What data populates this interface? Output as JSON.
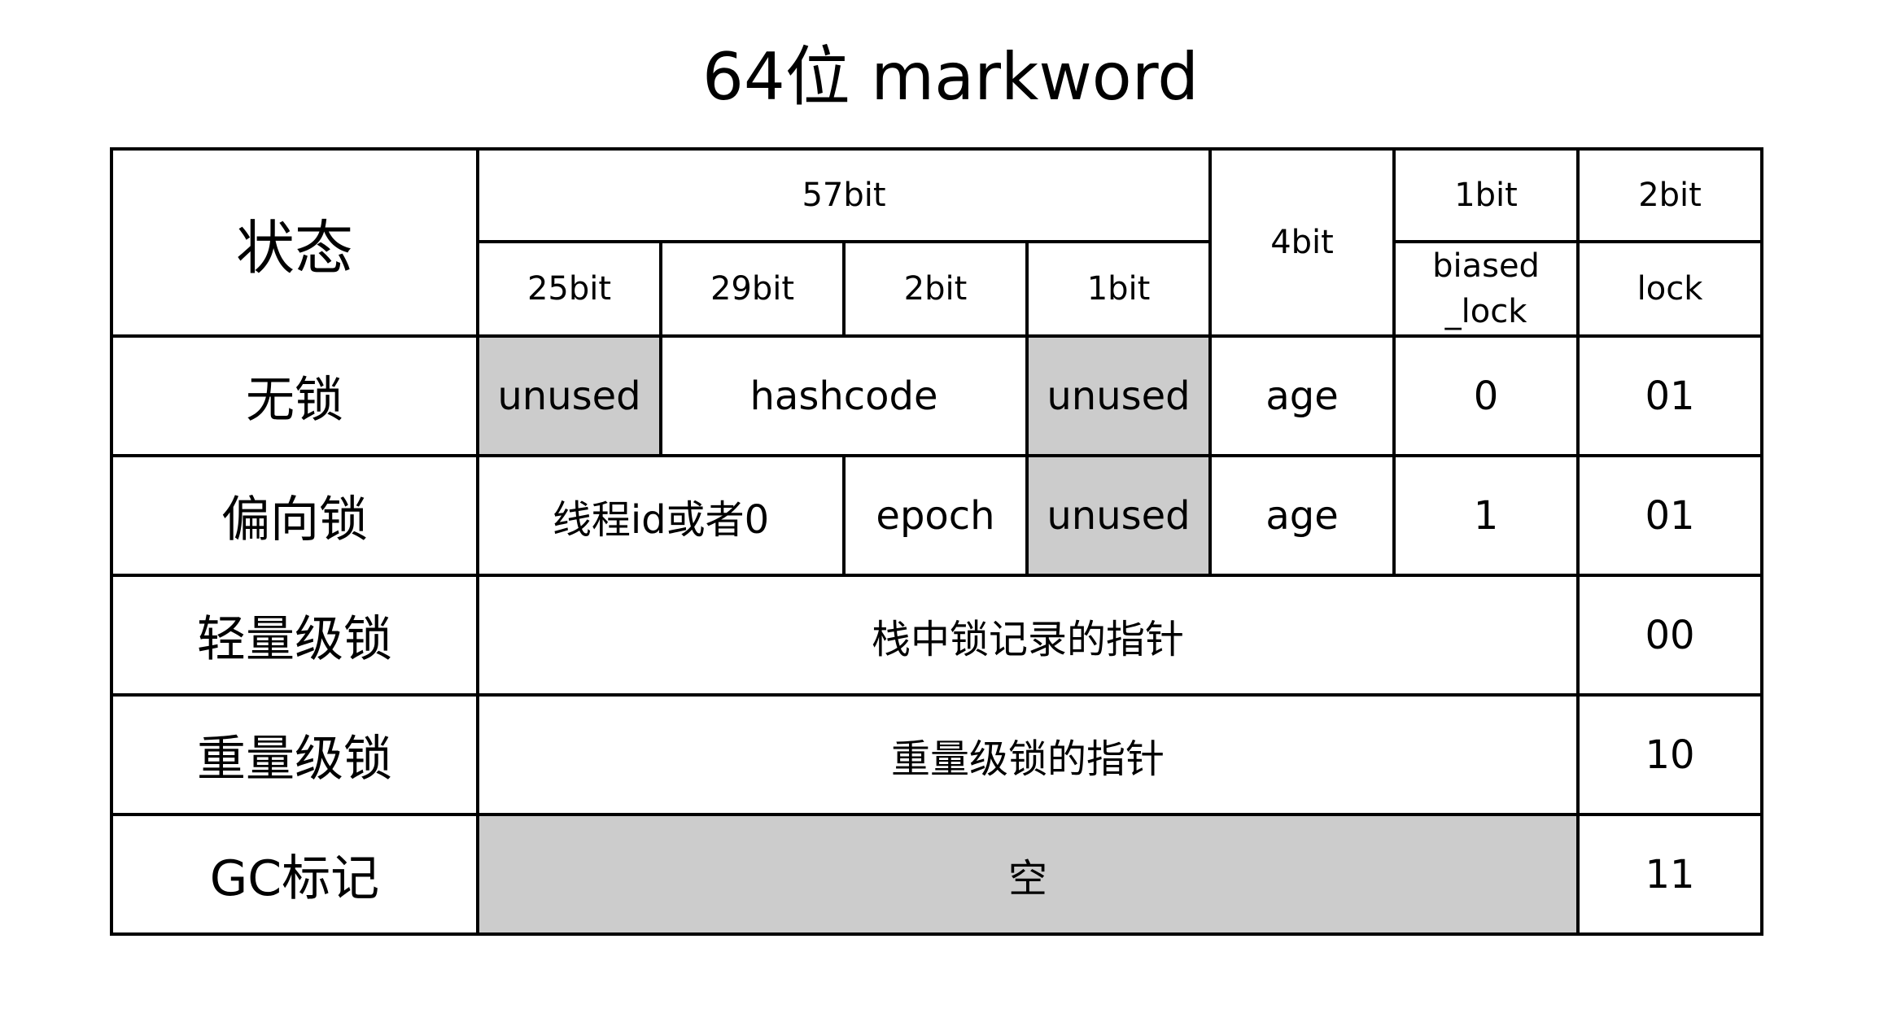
{
  "title": "64位 markword",
  "header": {
    "state_label": "状态",
    "group_57bit": "57bit",
    "col_4bit": "4bit",
    "col_1bit_top": "1bit",
    "col_2bit_top": "2bit",
    "sub_25bit": "25bit",
    "sub_29bit": "29bit",
    "sub_2bit": "2bit",
    "sub_1bit": "1bit",
    "biased_lock": "biased_lock",
    "lock": "lock"
  },
  "rows": {
    "unlocked": {
      "state": "无锁",
      "unused_a": "unused",
      "hashcode": "hashcode",
      "unused_b": "unused",
      "age": "age",
      "biased": "0",
      "lock": "01"
    },
    "biased": {
      "state": "偏向锁",
      "thread_id": "线程id或者0",
      "epoch": "epoch",
      "unused": "unused",
      "age": "age",
      "biased": "1",
      "lock": "01"
    },
    "lightweight": {
      "state": "轻量级锁",
      "pointer": "栈中锁记录的指针",
      "lock": "00"
    },
    "heavyweight": {
      "state": "重量级锁",
      "pointer": "重量级锁的指针",
      "lock": "10"
    },
    "gc": {
      "state": "GC标记",
      "empty": "空",
      "lock": "11"
    }
  },
  "colors": {
    "shaded_cell": "#cccccc",
    "border": "#000000"
  }
}
